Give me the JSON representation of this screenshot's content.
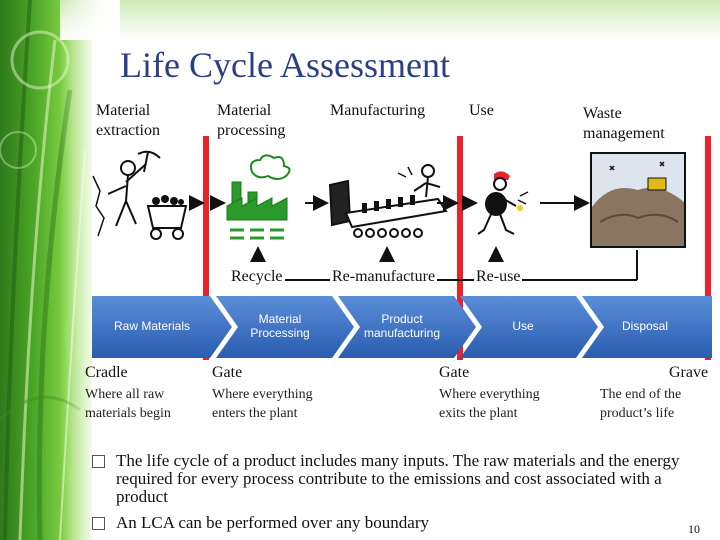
{
  "title": "Life Cycle Assessment",
  "stages": [
    "Material extraction",
    "Material processing",
    "Manufacturing",
    "Use",
    "Waste management"
  ],
  "loops": [
    "Recycle",
    "Re-manufacture",
    "Re-use"
  ],
  "band": [
    "Raw Materials",
    "Material Processing",
    "Product manufacturing",
    "Use",
    "Disposal"
  ],
  "gates": {
    "cradle": {
      "label": "Cradle",
      "desc": "Where all raw materials begin"
    },
    "gate1": {
      "label": "Gate",
      "desc": "Where everything enters the plant"
    },
    "gate2": {
      "label": "Gate",
      "desc": "Where everything exits the plant"
    },
    "grave": {
      "label": "Grave",
      "desc": "The end of the product’s life"
    }
  },
  "bullets": [
    "The life cycle of a product includes many inputs. The raw materials and the energy required for every process contribute to the emissions and cost associated with a product",
    "An LCA can be performed over any boundary"
  ],
  "page_number": "10",
  "colors": {
    "title": "#2a3f86",
    "bar": "#e8232c",
    "band": "#3a6fc4",
    "arrow": "#111111"
  }
}
